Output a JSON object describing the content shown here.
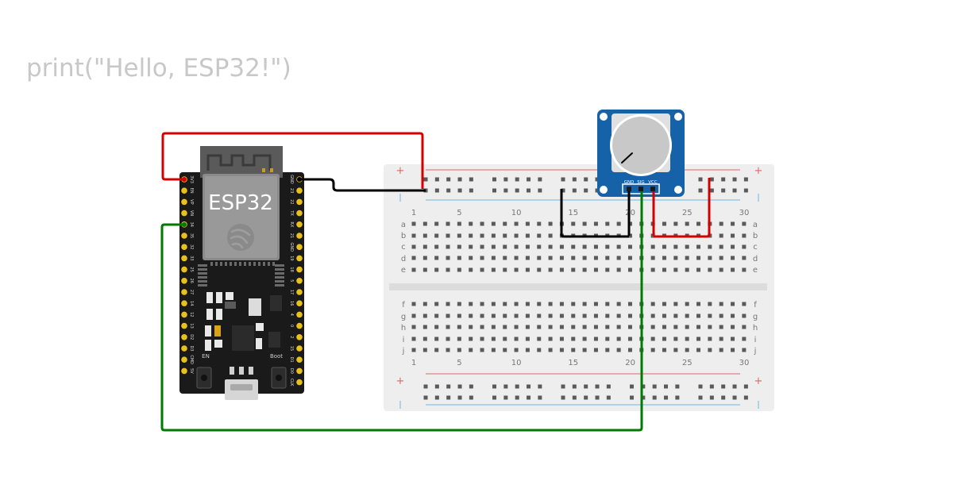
{
  "code": {
    "line": "print(\"Hello, ESP32!\")"
  },
  "esp32": {
    "label": "ESP32",
    "pins_left": [
      "3V3",
      "EN",
      "VP",
      "VN",
      "34",
      "35",
      "32",
      "33",
      "25",
      "26",
      "27",
      "14",
      "12",
      "13",
      "D2",
      "D3",
      "CMD",
      "5V"
    ],
    "pins_right": [
      "GND",
      "23",
      "22",
      "TX",
      "RX",
      "21",
      "GND",
      "19",
      "18",
      "5",
      "17",
      "16",
      "4",
      "0",
      "2",
      "15",
      "D1",
      "D0",
      "CLK"
    ],
    "en_label": "EN",
    "boot_label": "Boot"
  },
  "breadboard": {
    "plus_symbol": "+",
    "column_numbers": [
      "1",
      "5",
      "10",
      "15",
      "20",
      "25",
      "30"
    ],
    "rows_top": [
      "a",
      "b",
      "c",
      "d",
      "e"
    ],
    "rows_bottom": [
      "f",
      "g",
      "h",
      "i",
      "j"
    ]
  },
  "potentiometer": {
    "pin_labels": [
      "GND",
      "SIG",
      "VCC"
    ]
  },
  "colors": {
    "wire_red": "#d40000",
    "wire_black": "#000000",
    "wire_green": "#007a00",
    "module_blue": "#1662a8",
    "rail_red": "#e06666",
    "rail_blue": "#6fb6e0"
  }
}
